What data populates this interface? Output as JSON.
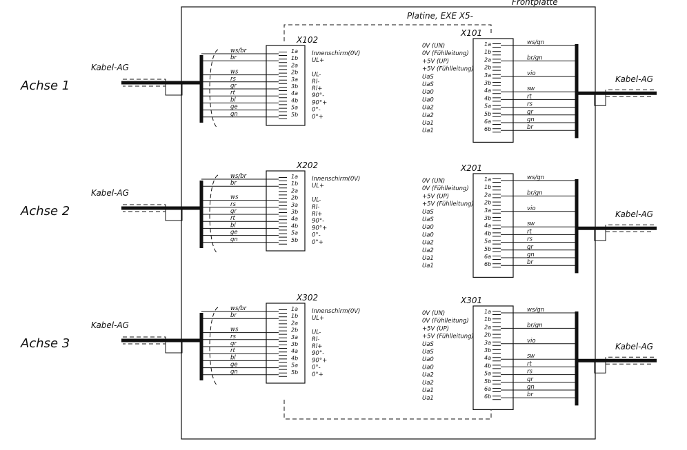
{
  "header": {
    "frontplatte": "Frontplatte",
    "platine": "Platine, EXE X5-"
  },
  "left_groups": [
    {
      "axis": "Achse 1",
      "cable": "Kabel-AG",
      "connector": "X102",
      "colors": [
        "ws/br",
        "br",
        "",
        "ws",
        "rs",
        "gr",
        "rt",
        "bl",
        "ge",
        "gn"
      ],
      "pins": [
        "1a",
        "1b",
        "2a",
        "2b",
        "3a",
        "3b",
        "4a",
        "4b",
        "5a",
        "5b"
      ],
      "signals": [
        "Innenschirm(0V)",
        "UL+",
        "",
        "UL-",
        "Rl-",
        "Rl+",
        "90°-",
        "90°+",
        "0°-",
        "0°+"
      ]
    },
    {
      "axis": "Achse 2",
      "cable": "Kabel-AG",
      "connector": "X202",
      "colors": [
        "ws/br",
        "br",
        "",
        "ws",
        "rs",
        "gr",
        "rt",
        "bl",
        "ge",
        "gn"
      ],
      "pins": [
        "1a",
        "1b",
        "2a",
        "2b",
        "3a",
        "3b",
        "4a",
        "4b",
        "5a",
        "5b"
      ],
      "signals": [
        "Innenschirm(0V)",
        "UL+",
        "",
        "UL-",
        "Rl-",
        "Rl+",
        "90°-",
        "90°+",
        "0°-",
        "0°+"
      ]
    },
    {
      "axis": "Achse 3",
      "cable": "Kabel-AG",
      "connector": "X302",
      "colors": [
        "ws/br",
        "br",
        "",
        "ws",
        "rs",
        "gr",
        "rt",
        "bl",
        "ge",
        "gn"
      ],
      "pins": [
        "1a",
        "1b",
        "2a",
        "2b",
        "3a",
        "3b",
        "4a",
        "4b",
        "5a",
        "5b"
      ],
      "signals": [
        "Innenschirm(0V)",
        "UL+",
        "",
        "UL-",
        "Rl-",
        "Rl+",
        "90°-",
        "90°+",
        "0°-",
        "0°+"
      ]
    }
  ],
  "right_groups": [
    {
      "cable": "Kabel-AG",
      "connector": "X101",
      "signals": [
        "0V (UN)",
        "0V (Fühlleitung)",
        "+5V (UP)",
        "+5V (Fühlleitung)",
        "UaS",
        "UaS",
        "Ua0",
        "Ua0",
        "Ua2",
        "Ua2",
        "Ua1",
        "Ua1"
      ],
      "pins": [
        "1a",
        "1b",
        "2a",
        "2b",
        "3a",
        "3b",
        "4a",
        "4b",
        "5a",
        "5b",
        "6a",
        "6b"
      ],
      "colors": [
        "ws/gn",
        "",
        "br/gn",
        "",
        "vio",
        "",
        "sw",
        "rt",
        "rs",
        "gr",
        "gn",
        "br"
      ]
    },
    {
      "cable": "Kabel-AG",
      "connector": "X201",
      "signals": [
        "0V (UN)",
        "0V (Fühlleitung)",
        "+5V (UP)",
        "+5V (Fühlleitung)",
        "UaS",
        "UaS",
        "Ua0",
        "Ua0",
        "Ua2",
        "Ua2",
        "Ua1",
        "Ua1"
      ],
      "pins": [
        "1a",
        "1b",
        "2a",
        "2b",
        "3a",
        "3b",
        "4a",
        "4b",
        "5a",
        "5b",
        "6a",
        "6b"
      ],
      "colors": [
        "ws/gn",
        "",
        "br/gn",
        "",
        "vio",
        "",
        "sw",
        "rt",
        "rs",
        "gr",
        "gn",
        "br"
      ]
    },
    {
      "cable": "Kabel-AG",
      "connector": "X301",
      "signals": [
        "0V (UN)",
        "0V (Fühlleitung)",
        "+5V (UP)",
        "+5V (Fühlleitung)",
        "UaS",
        "UaS",
        "Ua0",
        "Ua0",
        "Ua2",
        "Ua2",
        "Ua1",
        "Ua1"
      ],
      "pins": [
        "1a",
        "1b",
        "2a",
        "2b",
        "3a",
        "3b",
        "4a",
        "4b",
        "5a",
        "5b",
        "6a",
        "6b"
      ],
      "colors": [
        "ws/gn",
        "",
        "br/gn",
        "",
        "vio",
        "",
        "sw",
        "rt",
        "rs",
        "gr",
        "gn",
        "br"
      ]
    }
  ]
}
